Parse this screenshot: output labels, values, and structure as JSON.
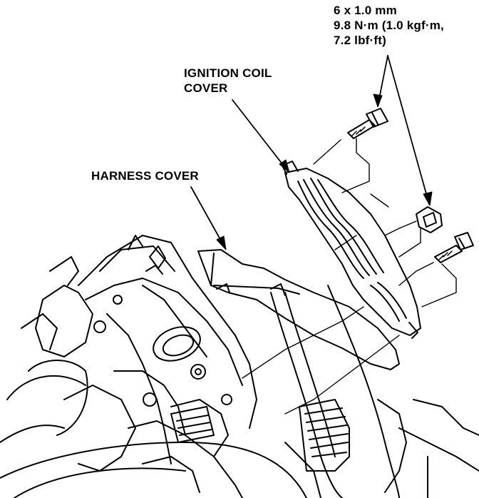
{
  "labels": {
    "bolt_spec": {
      "line1": "6 x 1.0 mm",
      "line2": "9.8 N·m (1.0 kgf·m,",
      "line3": "7.2 lbf·ft)"
    },
    "ignition_coil_cover": {
      "line1": "IGNITION COIL",
      "line2": "COVER"
    },
    "harness_cover": "HARNESS COVER"
  },
  "colors": {
    "ink": "#000000",
    "paper": "#ffffff"
  }
}
